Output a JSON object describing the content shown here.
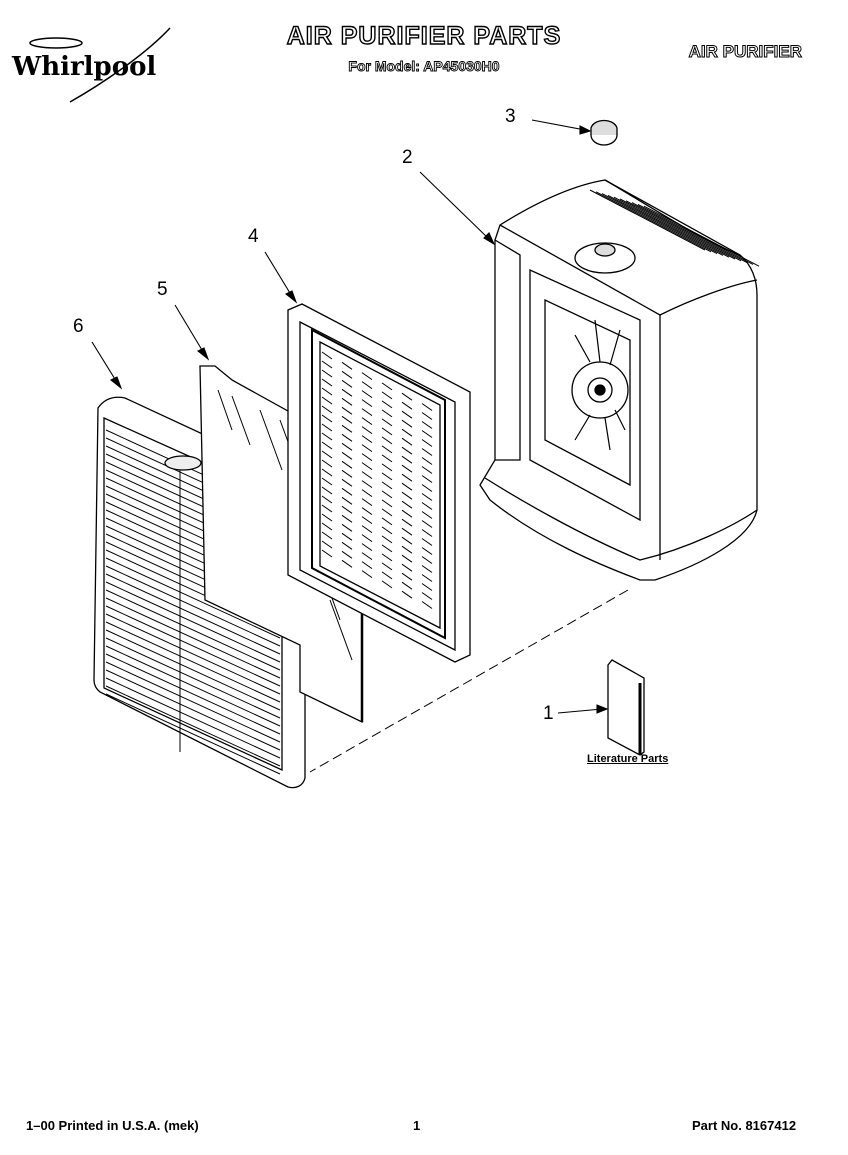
{
  "brand": "Whirlpool",
  "header": {
    "title": "AIR PURIFIER PARTS",
    "subtitle": "For Model: AP45030H0",
    "product_type": "AIR PURIFIER"
  },
  "callouts": {
    "part_1": "1",
    "part_2": "2",
    "part_3": "3",
    "part_4": "4",
    "part_5": "5",
    "part_6": "6",
    "literature_label": "Literature Parts"
  },
  "footer": {
    "print_info": "1–00 Printed in U.S.A. (mek)",
    "page_number": "1",
    "part_number": "Part No. 8167412"
  }
}
